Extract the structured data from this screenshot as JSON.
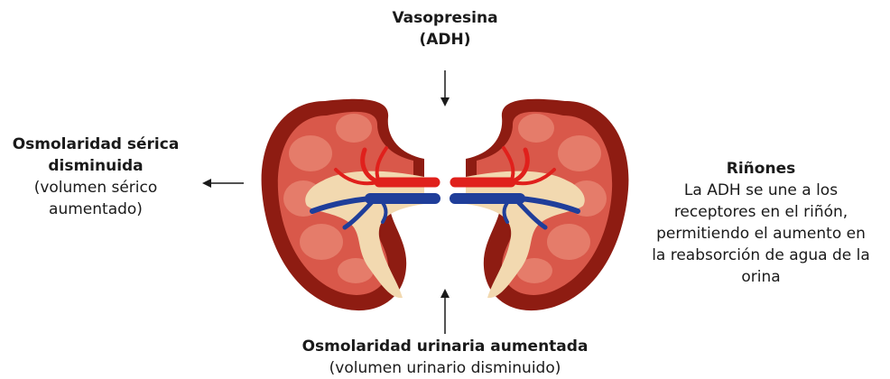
{
  "top": {
    "title": "Vasopresina",
    "subtitle": "(ADH)"
  },
  "left": {
    "title_line1": "Osmolaridad sérica",
    "title_line2": "disminuida",
    "sub_line1": "(volumen sérico",
    "sub_line2": "aumentado)"
  },
  "right": {
    "title": "Riñones",
    "desc_line1": "La ADH se une a los",
    "desc_line2": "receptores en el riñón,",
    "desc_line3": "permitiendo el aumento en",
    "desc_line4": "la reabsorción de agua de la",
    "desc_line5": "orina"
  },
  "bottom": {
    "title": "Osmolaridad urinaria aumentada",
    "subtitle": "(volumen urinario disminuido)"
  },
  "colors": {
    "kidney_outer": "#8e1c12",
    "kidney_cortex": "#d9584a",
    "kidney_pyramid": "#e57c6a",
    "pelvis": "#f2d9b0",
    "artery": "#e0201c",
    "vein": "#1f3e9a",
    "arrow": "#1a1a1a"
  }
}
